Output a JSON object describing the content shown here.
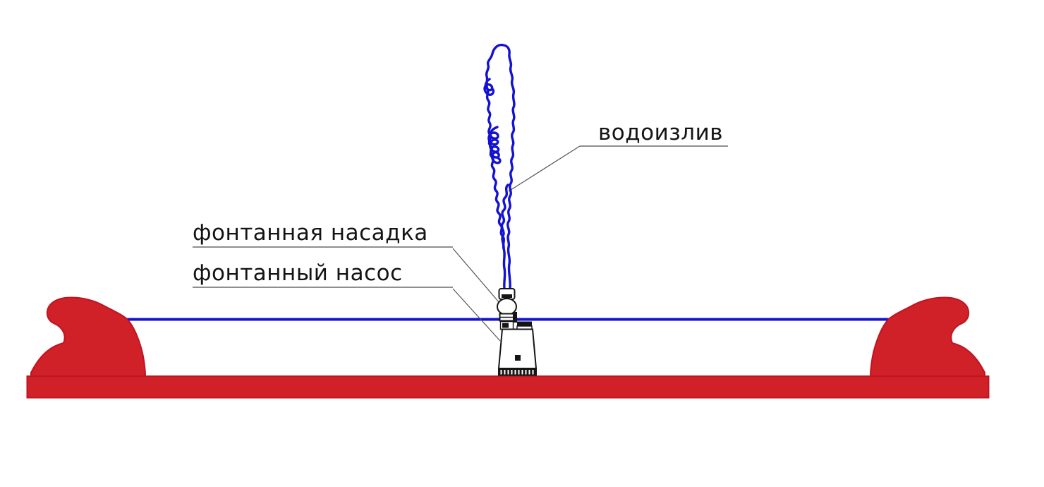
{
  "diagram": {
    "type": "fountain-installation-scheme",
    "labels": {
      "water_jet": "водоизлив",
      "fountain_nozzle": "фонтанная насадка",
      "fountain_pump": "фонтанный насос"
    },
    "colors": {
      "water_blue": "#1412d2",
      "basin_red": "#d02028",
      "basin_red_border": "#bf1520",
      "leader_line": "#555555",
      "underline_gray": "#8f8f8f",
      "text": "#141414"
    }
  }
}
